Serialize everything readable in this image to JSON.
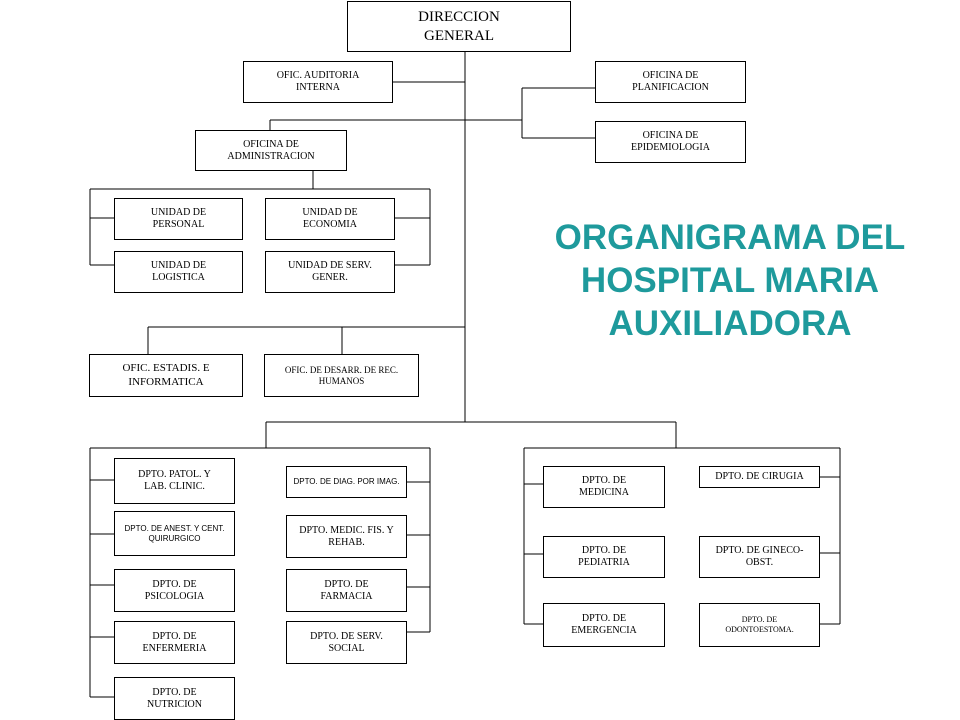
{
  "title": {
    "line1": "ORGANIGRAMA DEL",
    "line2": "HOSPITAL MARIA",
    "line3": "AUXILIADORA",
    "color": "#1e9a9c"
  },
  "nodes": {
    "direccion_general": "DIRECCION GENERAL",
    "auditoria_interna": "OFIC. AUDITORIA INTERNA",
    "planificacion": "OFICINA DE PLANIFICACION",
    "epidemiologia": "OFICINA DE EPIDEMIOLOGIA",
    "administracion": "OFICINA DE ADMINISTRACION",
    "unidad_personal": "UNIDAD DE PERSONAL",
    "unidad_economia": "UNIDAD DE ECONOMIA",
    "unidad_logistica": "UNIDAD DE LOGISTICA",
    "unidad_serv_gener": "UNIDAD DE SERV. GENER.",
    "estadis_informatica": "OFIC. ESTADIS. E INFORMATICA",
    "desarr_rec_humanos": "OFIC. DE DESARR. DE REC. HUMANOS",
    "patol_lab_clinic": "DPTO. PATOL. Y LAB. CLINIC.",
    "diag_imag": "DPTO. DE DIAG. POR IMAG.",
    "anest_cent_quirurgico": "DPTO. DE ANEST. Y CENT. QUIRURGICO",
    "medic_fis_rehab": "DPTO. MEDIC. FIS. Y REHAB.",
    "psicologia": "DPTO. DE PSICOLOGIA",
    "farmacia": "DPTO. DE FARMACIA",
    "enfermeria": "DPTO. DE ENFERMERIA",
    "serv_social": "DPTO. DE SERV. SOCIAL",
    "nutricion": "DPTO. DE NUTRICION",
    "medicina": "DPTO. DE MEDICINA",
    "cirugia": "DPTO. DE CIRUGIA",
    "pediatria": "DPTO. DE PEDIATRIA",
    "gineco_obst": "DPTO. DE GINECO-OBST.",
    "emergencia": "DPTO. DE EMERGENCIA",
    "odontoestoma": "DPTO. DE ODONTOESTOMA."
  },
  "line_color": "#000000"
}
